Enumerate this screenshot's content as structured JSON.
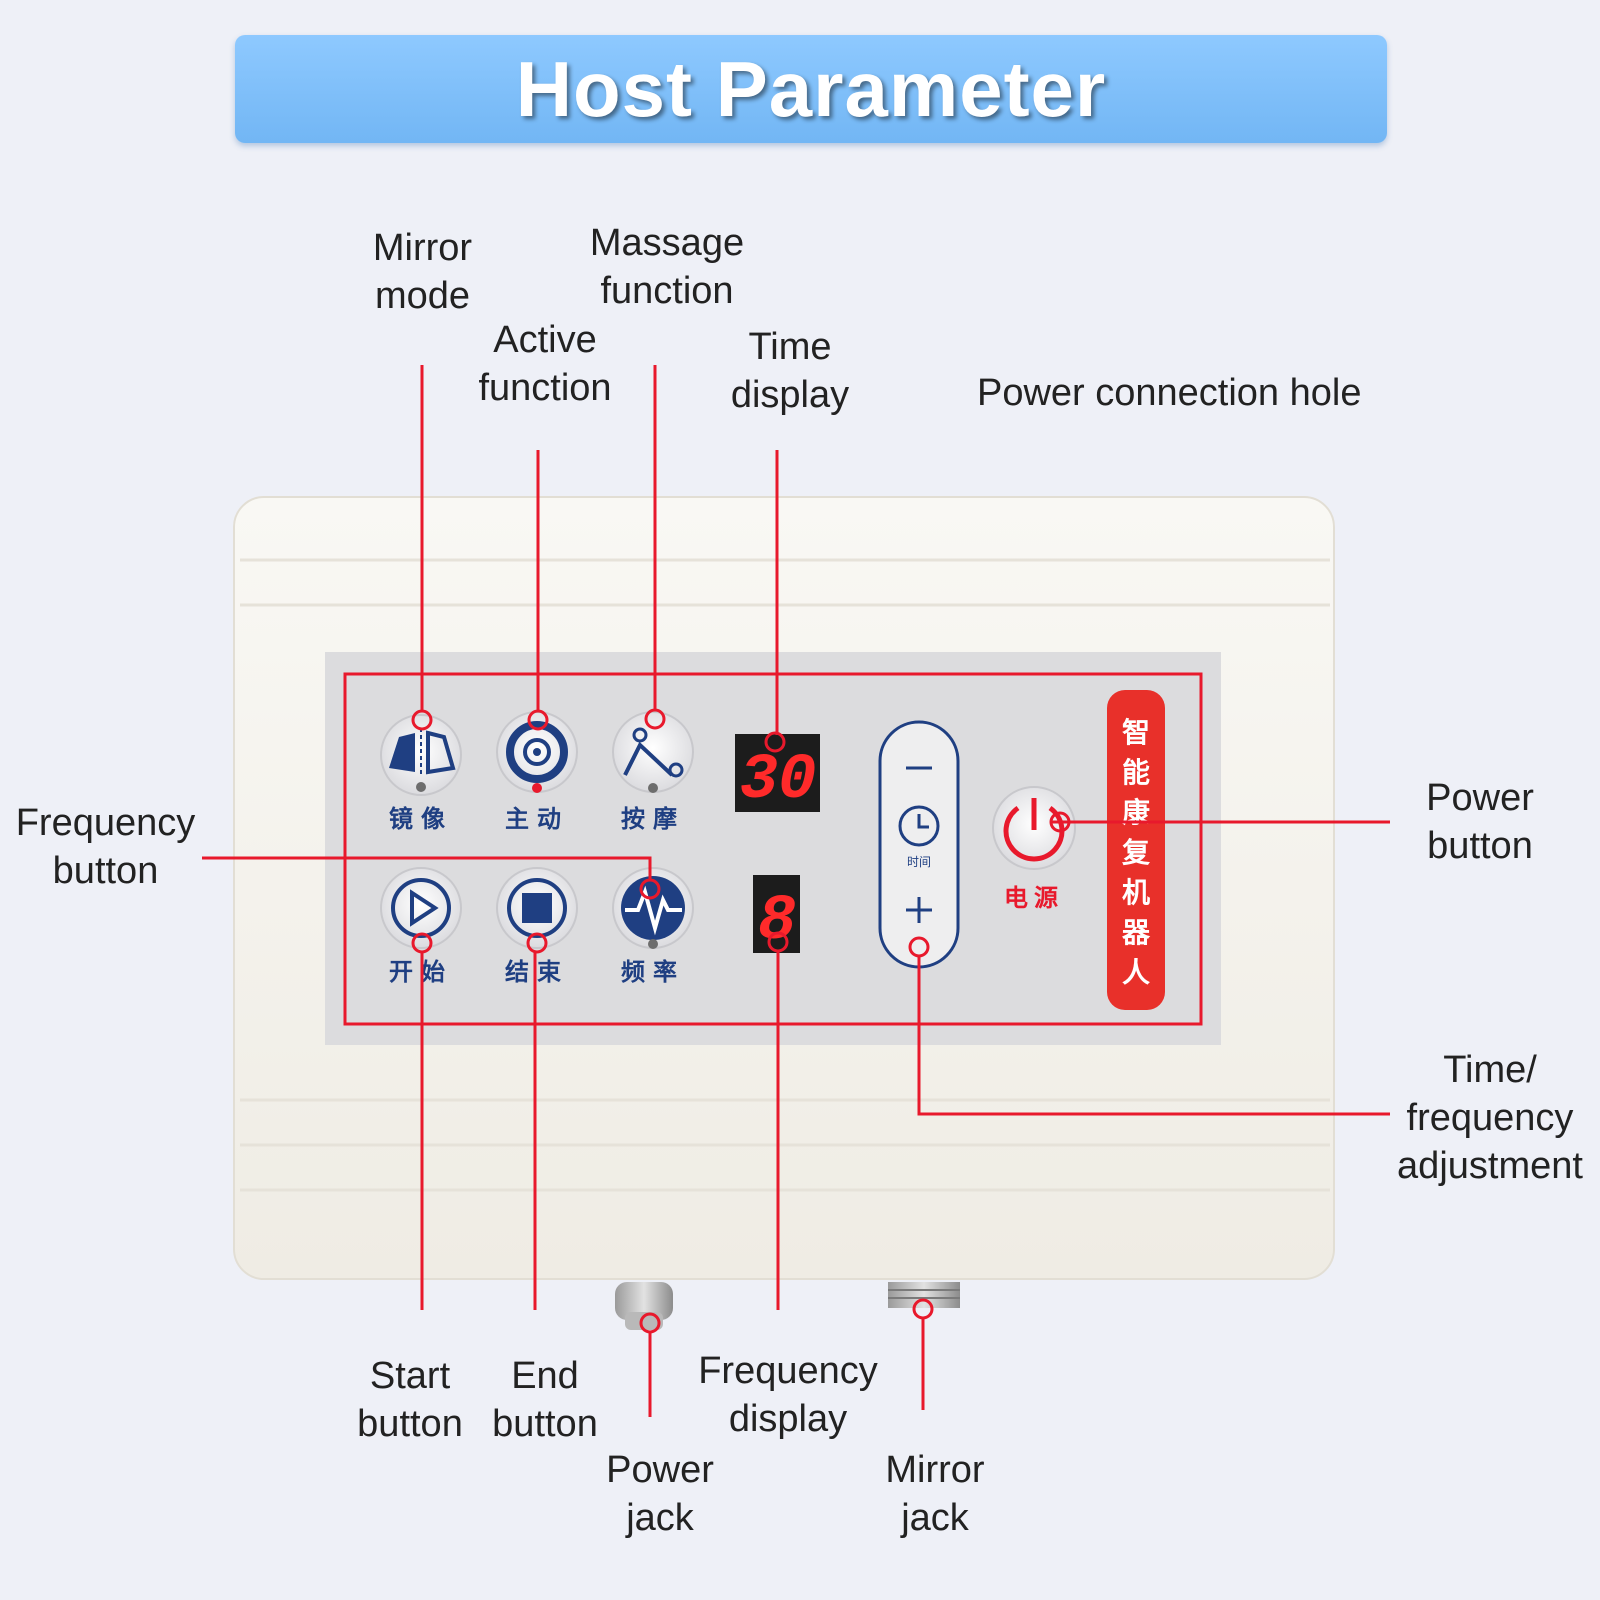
{
  "title": "Host Parameter",
  "colors": {
    "banner": "#7fc0fb",
    "leader_line": "#e8192c",
    "device_body": "#f6f4ee",
    "panel": "#dcdcde",
    "display_digits": "#ff2a2a",
    "brand_strip": "#e8302a"
  },
  "labels": {
    "mirror_mode": [
      "Mirror",
      "mode"
    ],
    "massage_function": [
      "Massage",
      "function"
    ],
    "active_function": [
      "Active",
      "function"
    ],
    "time_display": [
      "Time",
      "display"
    ],
    "power_connection_hole": "Power connection hole",
    "frequency_button": [
      "Frequency",
      "button"
    ],
    "power_button": [
      "Power",
      "button"
    ],
    "time_frequency_adjustment": [
      "Time/",
      "frequency",
      "adjustment"
    ],
    "start_button": [
      "Start",
      "button"
    ],
    "end_button": [
      "End",
      "button"
    ],
    "frequency_display": [
      "Frequency",
      "display"
    ],
    "power_jack": [
      "Power",
      "jack"
    ],
    "mirror_jack": [
      "Mirror",
      "jack"
    ]
  },
  "panel": {
    "mirror_cn": "镜像",
    "active_cn": "主动",
    "massage_cn": "按摩",
    "start_cn": "开始",
    "end_cn": "结束",
    "frequency_cn": "频率",
    "time_cn": "时间",
    "power_cn": "电源",
    "brand_cn": [
      "智",
      "能",
      "康",
      "复",
      "机",
      "器",
      "人"
    ],
    "time_value": "30",
    "frequency_value": "8"
  }
}
